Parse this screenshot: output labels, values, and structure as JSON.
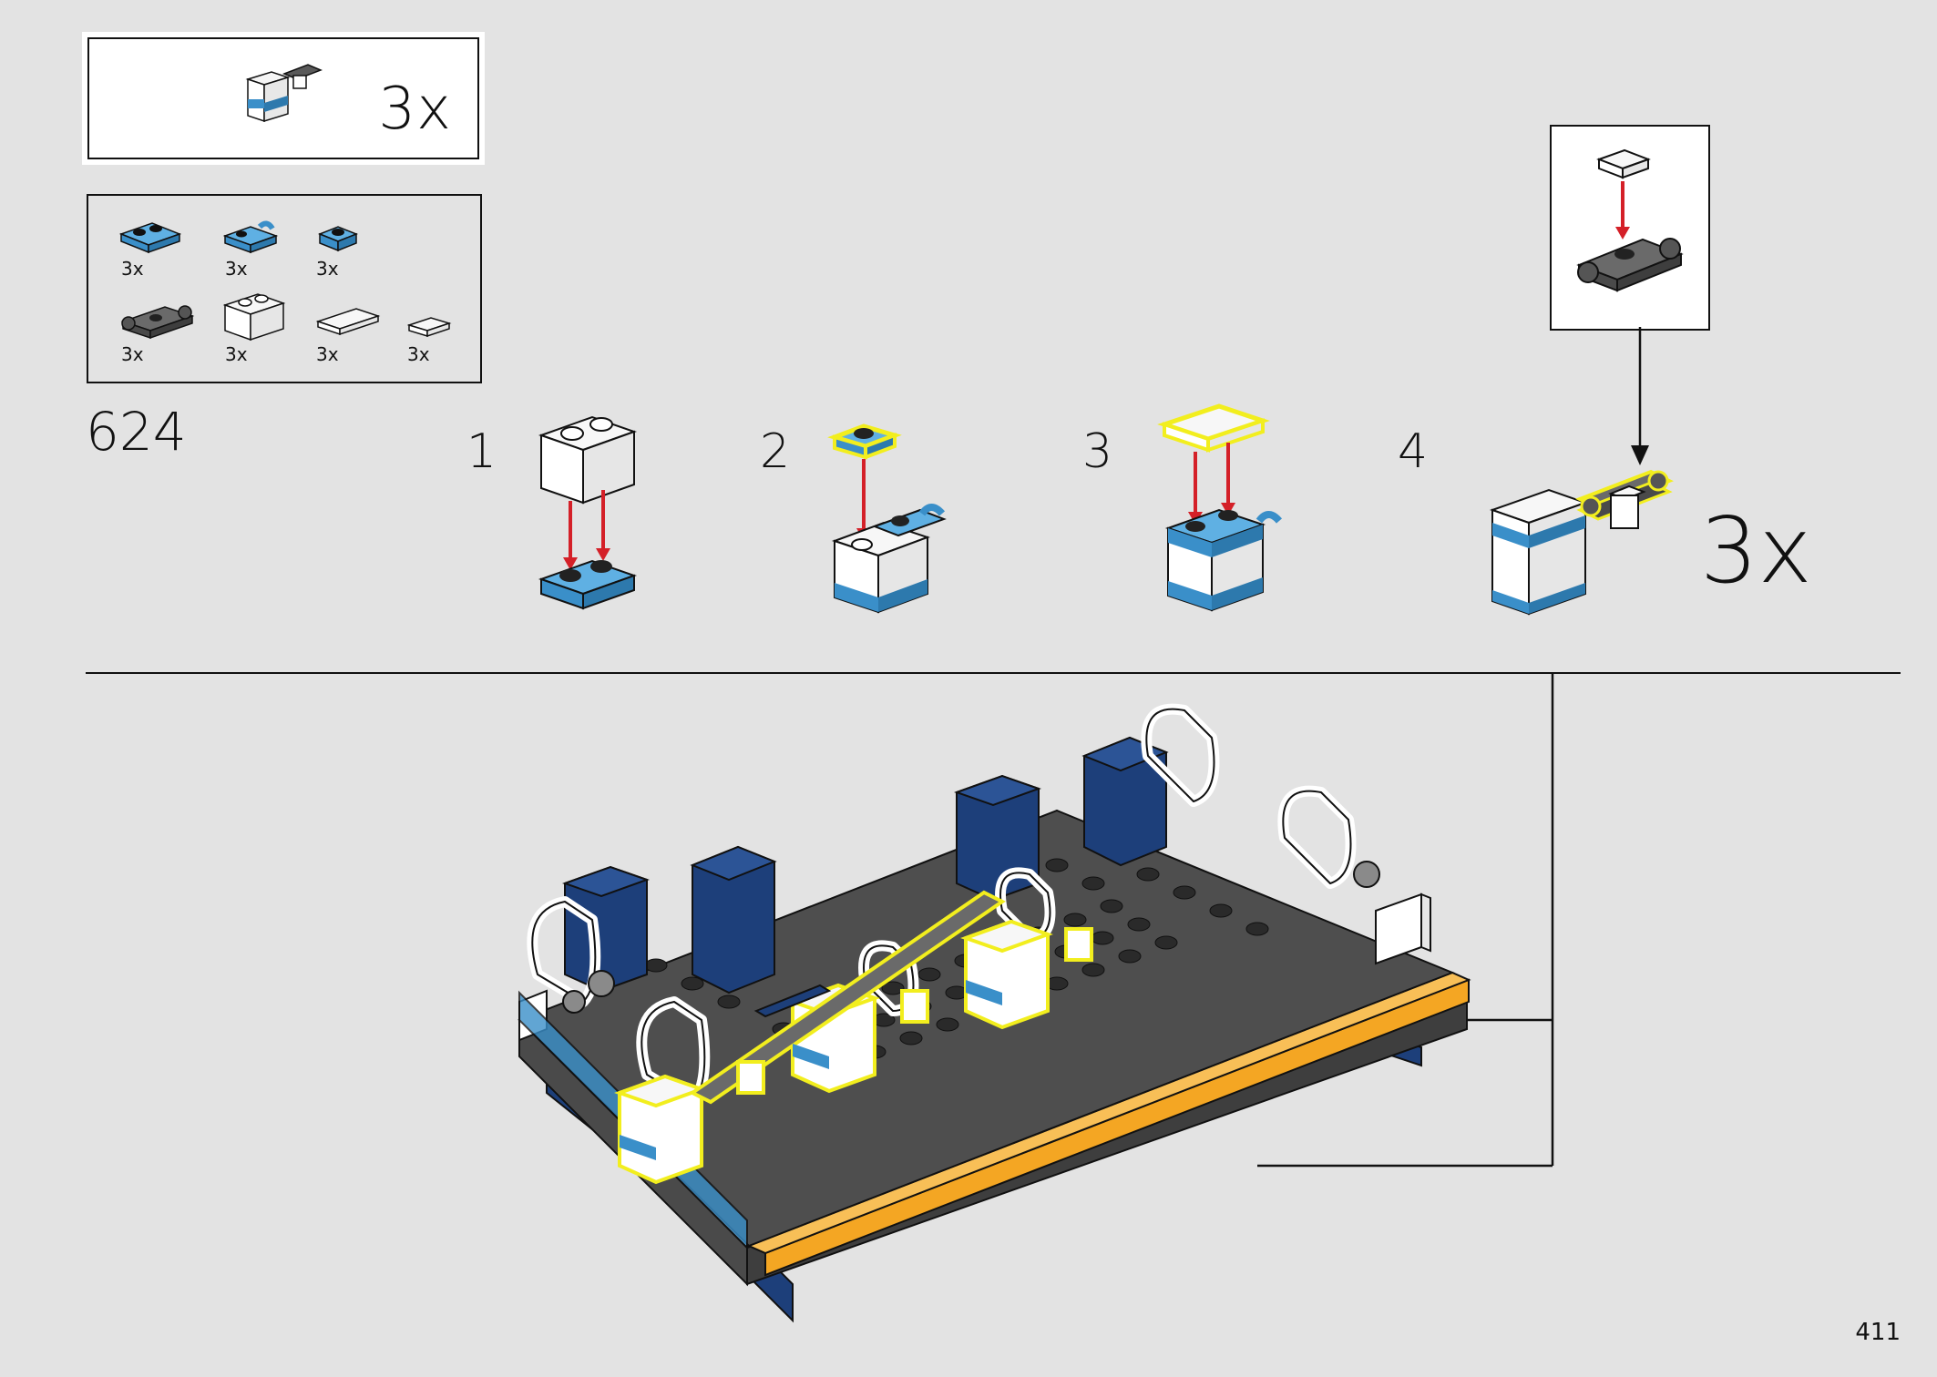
{
  "callout": {
    "multiplier": "3x"
  },
  "parts": [
    {
      "name": "blue-plate-1x2-icon",
      "qty": "3x"
    },
    {
      "name": "blue-plate-clip-icon",
      "qty": "3x"
    },
    {
      "name": "blue-plate-1x1-icon",
      "qty": "3x"
    },
    {
      "name": "dark-gray-bar-holder-icon",
      "qty": "3x"
    },
    {
      "name": "white-brick-1x2-icon",
      "qty": "3x"
    },
    {
      "name": "white-tile-1x2-icon",
      "qty": "3x"
    },
    {
      "name": "white-tile-1x1-icon",
      "qty": "3x"
    }
  ],
  "step": {
    "number": "624"
  },
  "substeps": [
    "1",
    "2",
    "3",
    "4"
  ],
  "assembly": {
    "multiplier": "3x"
  },
  "page": {
    "number": "411"
  },
  "colors": {
    "background": "#e3e3e3",
    "lego_blue": "#3a8fc9",
    "dark_blue": "#1d3f7a",
    "dark_gray": "#5a5a5a",
    "orange": "#f4a623",
    "highlight_yellow": "#f2ee1e",
    "arrow_red": "#d42028"
  }
}
